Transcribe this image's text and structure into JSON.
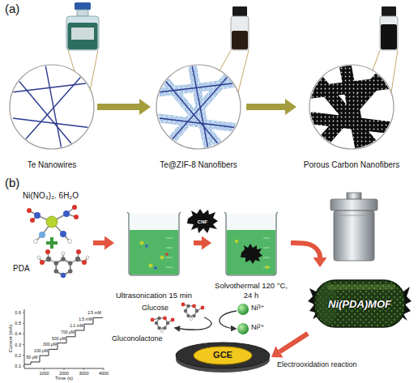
{
  "diagram": {
    "nodes": [
      {
        "text": [
          "Te Nanowires"
        ]
      },
      {
        "text": [
          "Te@ZIF-8 Nanofibers"
        ]
      },
      {
        "text": [
          "Porous Carbon Nanofibers"
        ]
      },
      {
        "text": [
          "Ni(NO₃)₂. 6H₂O",
          "PDA"
        ]
      },
      {
        "text": [
          "Ultrasonication 15 min"
        ]
      },
      {
        "text": [
          "Solvothermal 120 °C, 24 h"
        ]
      },
      {
        "text": [
          "Ni(PDA)MOF"
        ]
      },
      {
        "text": [
          "GCE"
        ]
      }
    ],
    "edges": [
      {
        "from": 0,
        "to": 1,
        "arrow": "to"
      },
      {
        "from": 1,
        "to": 2,
        "arrow": "to"
      },
      {
        "from": 3,
        "to": 4,
        "arrow": "to"
      },
      {
        "from": 4,
        "to": 5,
        "arrow": "to"
      },
      {
        "from": 5,
        "to": 6,
        "arrow": "to"
      },
      {
        "from": 6,
        "to": 7,
        "label": "Electrooxidation reaction",
        "arrow": "to"
      }
    ],
    "labels": [
      "(a)",
      "(b)",
      "CNF",
      "Glucose",
      "Gluconolactone",
      "Ni³⁺",
      "Ni²⁺",
      "Current (mA)",
      "Time (s)",
      "0.1",
      "0.2",
      "0.3",
      "0.4",
      "0.5",
      "0.6",
      "1000",
      "2000",
      "3000",
      "4000",
      "50 μM",
      "100 μM",
      "300 μM",
      "500 μM",
      "700 μM",
      "1.1 mM",
      "1.5 mM",
      "2.5 mM"
    ]
  }
}
